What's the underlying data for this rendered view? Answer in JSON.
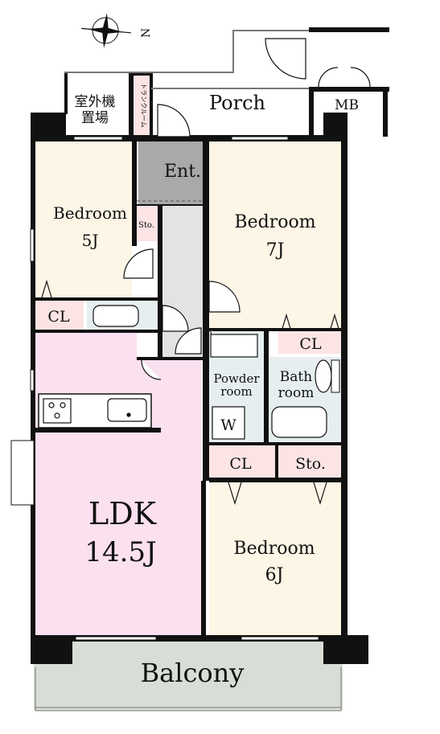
{
  "compass": {
    "north_label": "N"
  },
  "rooms": {
    "porch": "Porch",
    "outdoor_unit_1": "室外機",
    "outdoor_unit_2": "置場",
    "trunk_room": "トランクルーム",
    "mb": "MB",
    "entrance": "Ent.",
    "bedroom_west_name": "Bedroom",
    "bedroom_west_size": "5J",
    "bedroom_north_name": "Bedroom",
    "bedroom_north_size": "7J",
    "storage_small": "Sto.",
    "closet_west": "CL",
    "closet_north": "CL",
    "powder_room_1": "Powder",
    "powder_room_2": "room",
    "washer": "W",
    "bath_1": "Bath",
    "bath_2": "room",
    "closet_south": "CL",
    "storage_south": "Sto.",
    "ldk_name": "LDK",
    "ldk_size": "14.5J",
    "bedroom_south_name": "Bedroom",
    "bedroom_south_size": "6J",
    "balcony": "Balcony"
  },
  "colors": {
    "wall": "#111111",
    "bedroom": "#fdf5e6",
    "ldk": "#fbe0f0",
    "closet": "#fde4e4",
    "wet_area": "#e6eef0",
    "entrance": "#a9a9a9",
    "hall": "#e3e3e3",
    "balcony": "#d8ddd6",
    "porch": "#ffffff"
  }
}
